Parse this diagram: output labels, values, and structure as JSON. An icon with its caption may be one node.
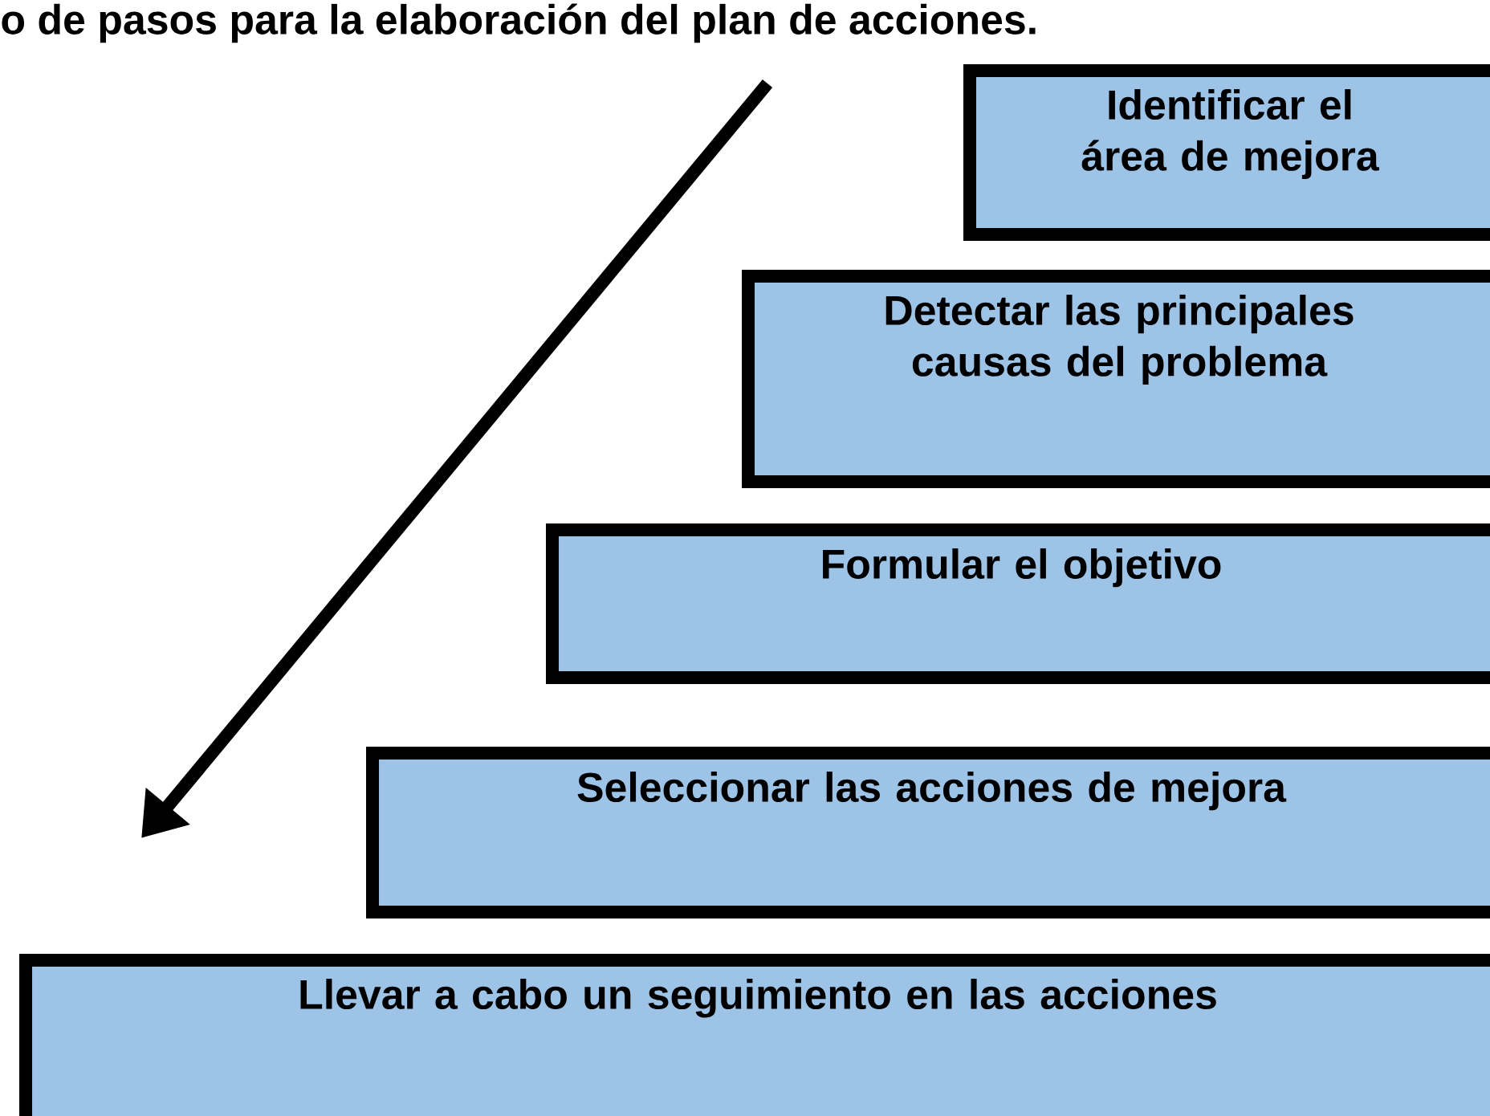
{
  "diagram": {
    "title": "o de pasos para la elaboración del plan de acciones.",
    "nodes": [
      {
        "text": [
          "Identificar el área de mejora"
        ]
      },
      {
        "text": [
          "Detectar las principales causas del problema"
        ]
      },
      {
        "text": [
          "Formular el objetivo"
        ]
      },
      {
        "text": [
          "Seleccionar las acciones de mejora"
        ]
      },
      {
        "text": [
          "Llevar a cabo un seguimiento en las acciones"
        ]
      }
    ]
  }
}
